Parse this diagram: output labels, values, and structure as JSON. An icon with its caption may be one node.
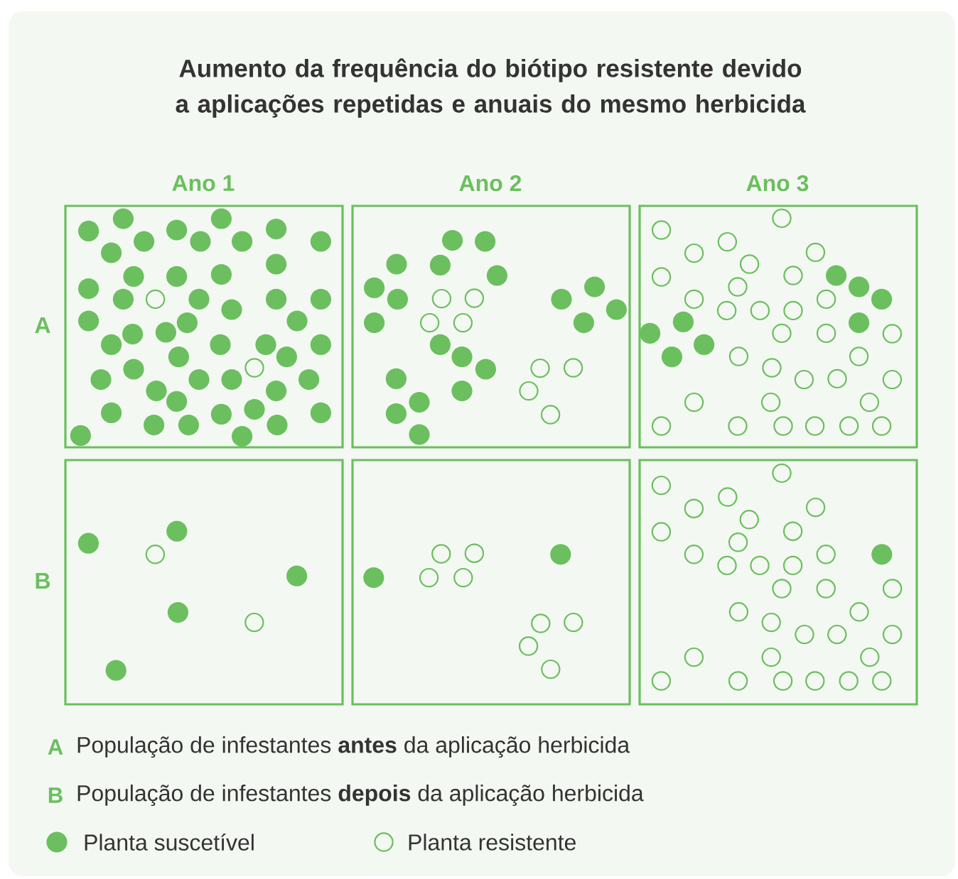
{
  "diagram": {
    "title": "Aumento da frequência do biótipo resistente devido a aplicações repetidas e anuais do mesmo herbicida",
    "labels": [
      "Ano 1",
      "Ano 2",
      "Ano 3",
      "A",
      "B",
      "A",
      "B"
    ],
    "legend": [
      {
        "text": "População de infestantes **antes** da aplicação herbicida"
      },
      {
        "text": "População de infestantes **depois** da aplicação herbicida"
      },
      {
        "text": "Planta suscetível"
      },
      {
        "text": "Planta resistente"
      }
    ]
  }
}
